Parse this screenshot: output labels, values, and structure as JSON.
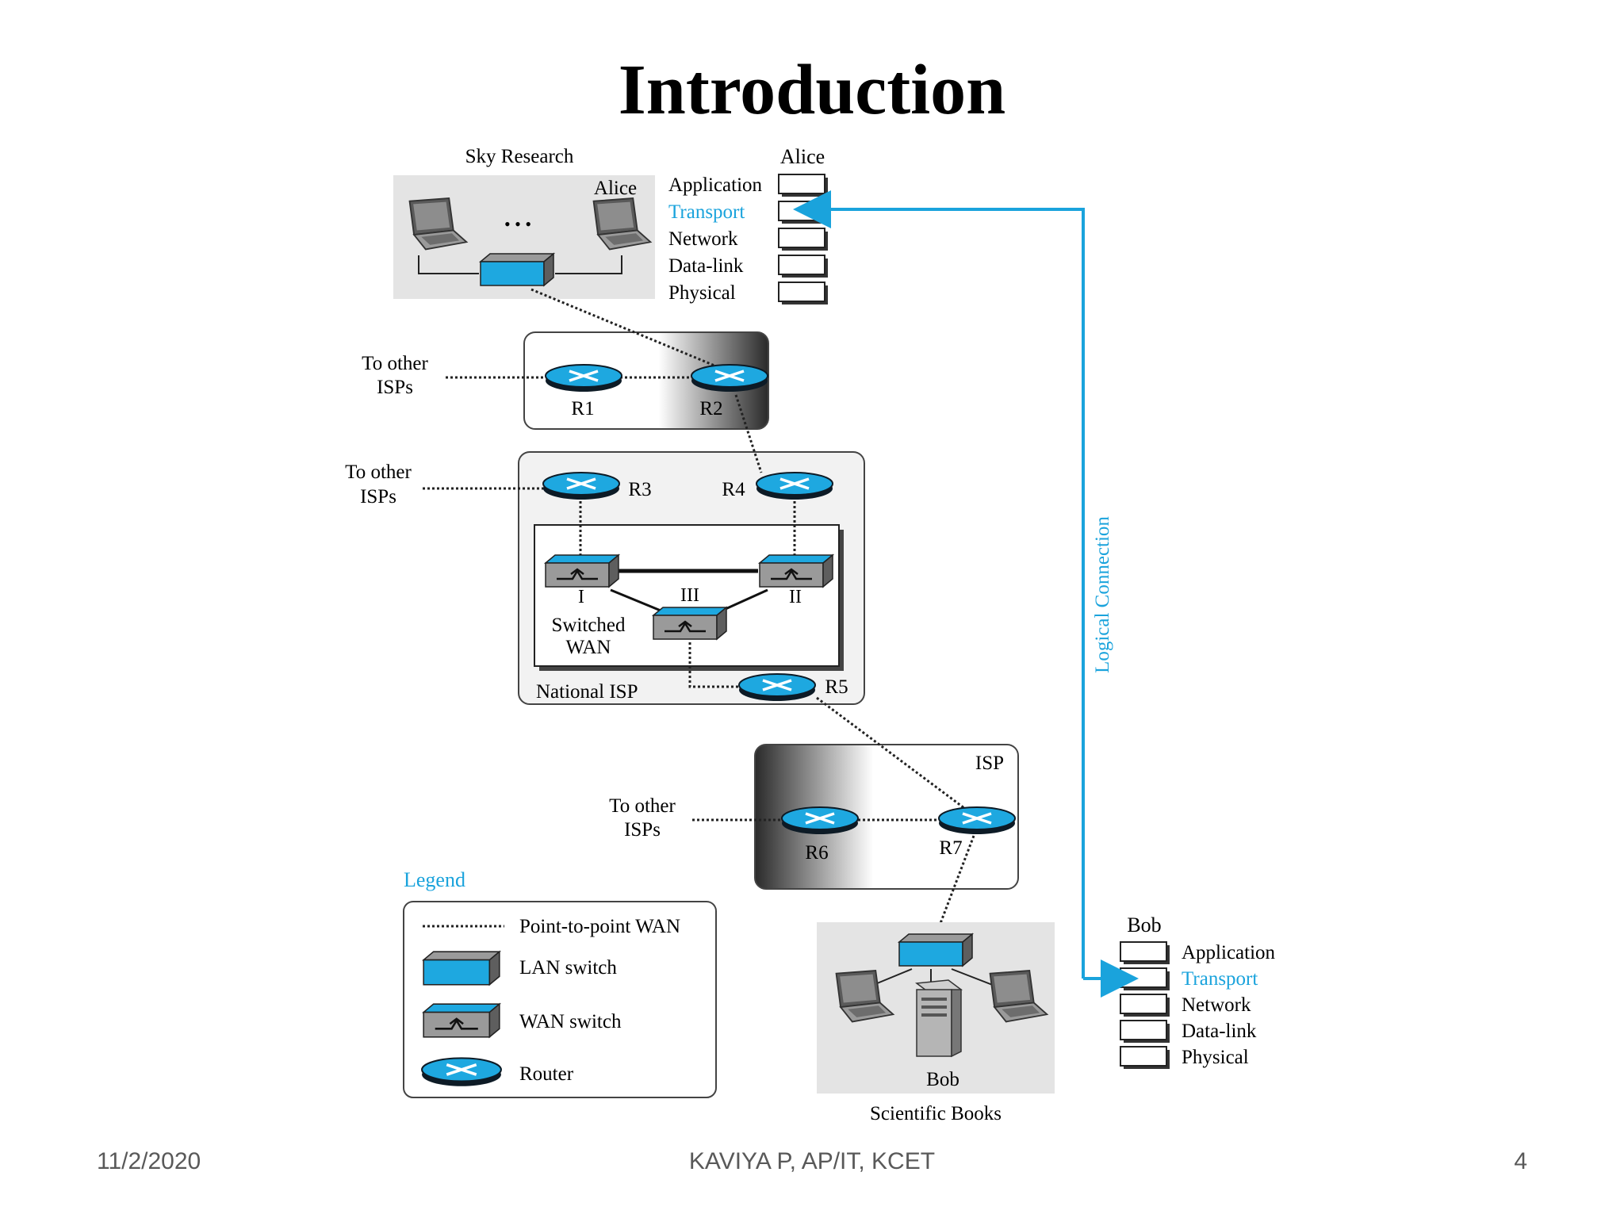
{
  "slide": {
    "title": "Introduction",
    "footer_date": "11/2/2020",
    "footer_author": "KAVIYA P, AP/IT, KCET",
    "page_number": "4"
  },
  "colors": {
    "accent": "#1aa3dc",
    "router_fill": "#1ea8e0",
    "switch_fill": "#1ea8e0",
    "text": "#000000"
  },
  "diagram": {
    "alice_site_label": "Sky Research",
    "alice_host_label": "Alice",
    "alice_ellipsis": "• • •",
    "alice_stack_label": "Alice",
    "bob_stack_label": "Bob",
    "bob_host_label": "Bob",
    "bob_site_label": "Scientific Books",
    "layers": [
      "Application",
      "Transport",
      "Network",
      "Data-link",
      "Physical"
    ],
    "highlighted_layer": "Transport",
    "logical_connection_label": "Logical Connection",
    "to_other_isps_line1": "To other",
    "to_other_isps_line2": "ISPs",
    "routers": [
      "R1",
      "R2",
      "R3",
      "R4",
      "R5",
      "R6",
      "R7"
    ],
    "wan_switches": [
      "I",
      "II",
      "III"
    ],
    "switched_wan_line1": "Switched",
    "switched_wan_line2": "WAN",
    "national_isp_label": "National ISP",
    "isp_label": "ISP",
    "legend": {
      "title": "Legend",
      "items": [
        "Point-to-point WAN",
        "LAN switch",
        "WAN switch",
        "Router"
      ]
    }
  }
}
